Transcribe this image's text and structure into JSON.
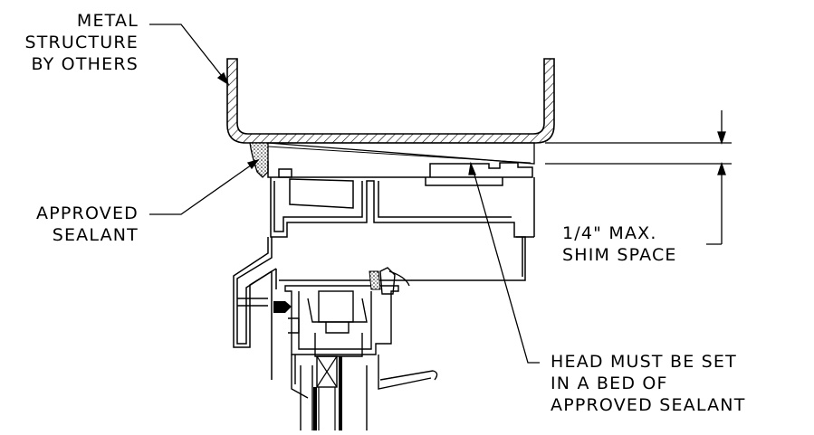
{
  "labels": {
    "metal_structure": [
      "METAL",
      "STRUCTURE",
      "BY OTHERS"
    ],
    "approved_sealant": [
      "APPROVED",
      "SEALANT"
    ],
    "shim_space": [
      "1/4\" MAX.",
      "SHIM SPACE"
    ],
    "head_bed": [
      "HEAD MUST BE SET",
      "IN A BED OF",
      "APPROVED SEALANT"
    ]
  }
}
